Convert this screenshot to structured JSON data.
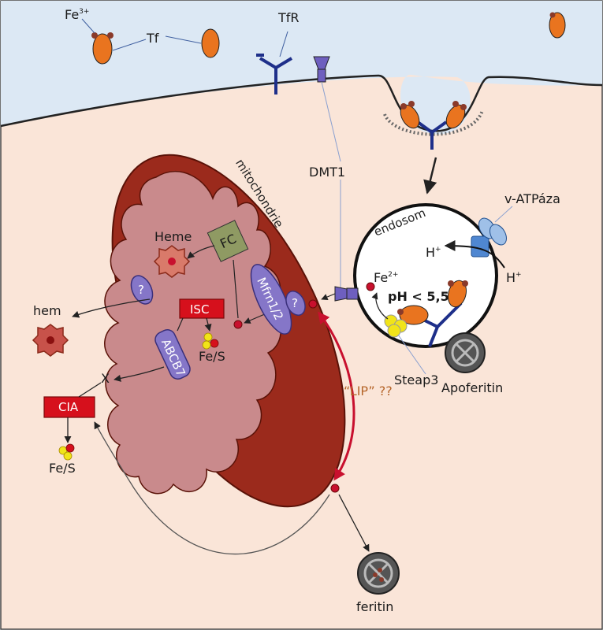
{
  "labels": {
    "fe3": "Fe",
    "fe3_sup": "3+",
    "tf": "Tf",
    "tfr": "TfR",
    "dmt1": "DMT1",
    "endosom": "endosom",
    "v_atpaza": "v-ATPáza",
    "h_plus_sym": "H",
    "plus": "+",
    "fe2": "Fe",
    "fe2_sup": "2+",
    "ph": "pH < 5,5",
    "mitochondrie": "mitochondrie",
    "heme": "Heme",
    "hem": "hem",
    "fc": "FC",
    "isc": "ISC",
    "fes_mito": "Fe/S",
    "abcb7": "ABCB7",
    "mfrn": "Mfrn1/2",
    "q": "?",
    "x": "X",
    "cia": "CIA",
    "fes_cyto": "Fe/S",
    "lip": "“LIP” ??",
    "steap3": "Steap3",
    "apoferitin": "Apoferitin",
    "feritin": "feritin"
  },
  "colors": {
    "extracellular": "#dce8f4",
    "cytoplasm": "#fae5d8",
    "mito_outer": "#9b2a1c",
    "mito_inner": "#c98a8c",
    "transferrin": "#e9741f",
    "iron": "#8a3a2a",
    "receptor": "#1e2f8a",
    "protein_purple": "#8576c8",
    "fc_box": "#8f9a63",
    "red_box": "#d6101c",
    "lip_arrow": "#c8102e",
    "ferritin": "#555555",
    "steap3": "#f1e419",
    "atpase": "#4f87d1"
  }
}
